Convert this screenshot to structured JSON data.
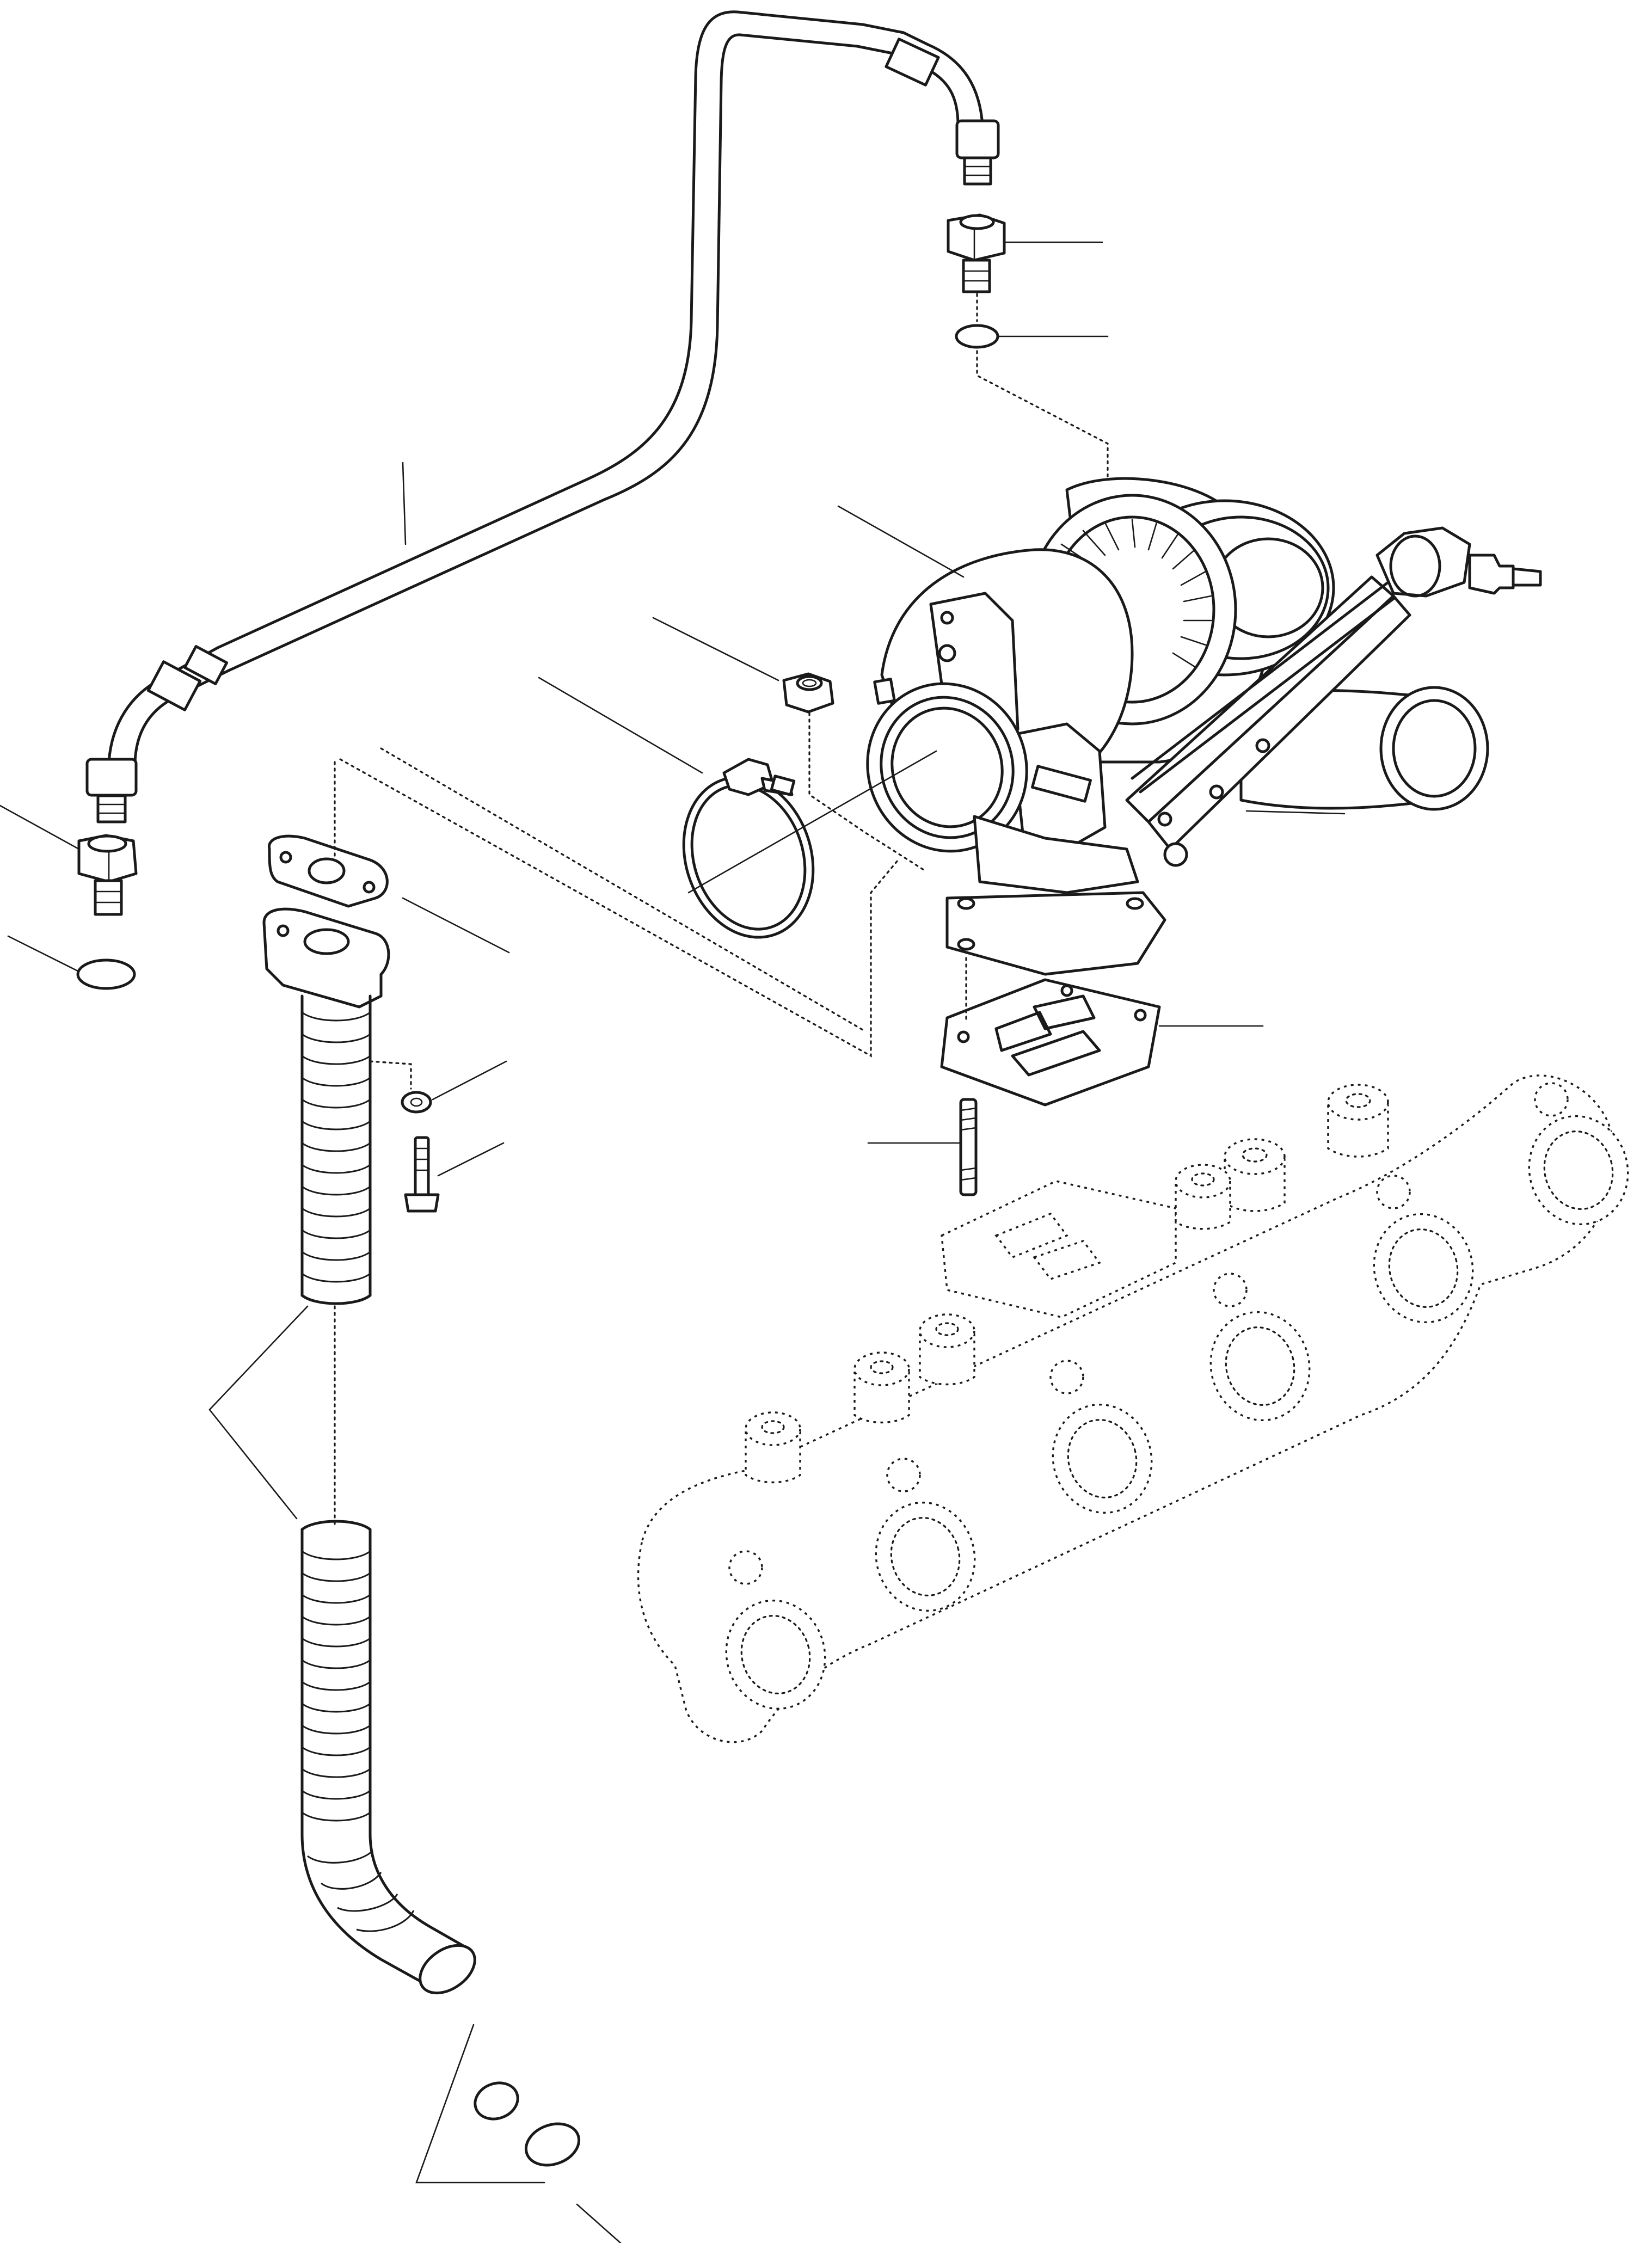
{
  "diagram": {
    "type": "exploded parts diagram",
    "colors": {
      "line": "#1a1a1a",
      "background": "#ffffff"
    },
    "parts": [
      {
        "id": "oil-feed-pipe",
        "icon": "pipe-icon"
      },
      {
        "id": "upper-banjo-fitting",
        "icon": "fitting-icon"
      },
      {
        "id": "upper-adapter",
        "icon": "adapter-icon"
      },
      {
        "id": "upper-sealing-ring",
        "icon": "o-ring-icon"
      },
      {
        "id": "turbocharger",
        "icon": "turbocharger-icon"
      },
      {
        "id": "hex-nut",
        "icon": "nut-icon"
      },
      {
        "id": "v-band-clamp",
        "icon": "clamp-icon"
      },
      {
        "id": "lower-adapter",
        "icon": "adapter-icon"
      },
      {
        "id": "lower-sealing-ring",
        "icon": "o-ring-icon"
      },
      {
        "id": "oil-return-gasket",
        "icon": "gasket-icon"
      },
      {
        "id": "oil-return-flange",
        "icon": "flange-icon"
      },
      {
        "id": "oil-return-hose",
        "icon": "hose-icon"
      },
      {
        "id": "washer",
        "icon": "washer-icon"
      },
      {
        "id": "bolt",
        "icon": "bolt-icon"
      },
      {
        "id": "turbo-gasket",
        "icon": "gasket-icon"
      },
      {
        "id": "stud",
        "icon": "stud-icon"
      },
      {
        "id": "exhaust-manifold",
        "icon": "manifold-icon"
      },
      {
        "id": "hose-clips",
        "icon": "clip-icon"
      }
    ]
  }
}
